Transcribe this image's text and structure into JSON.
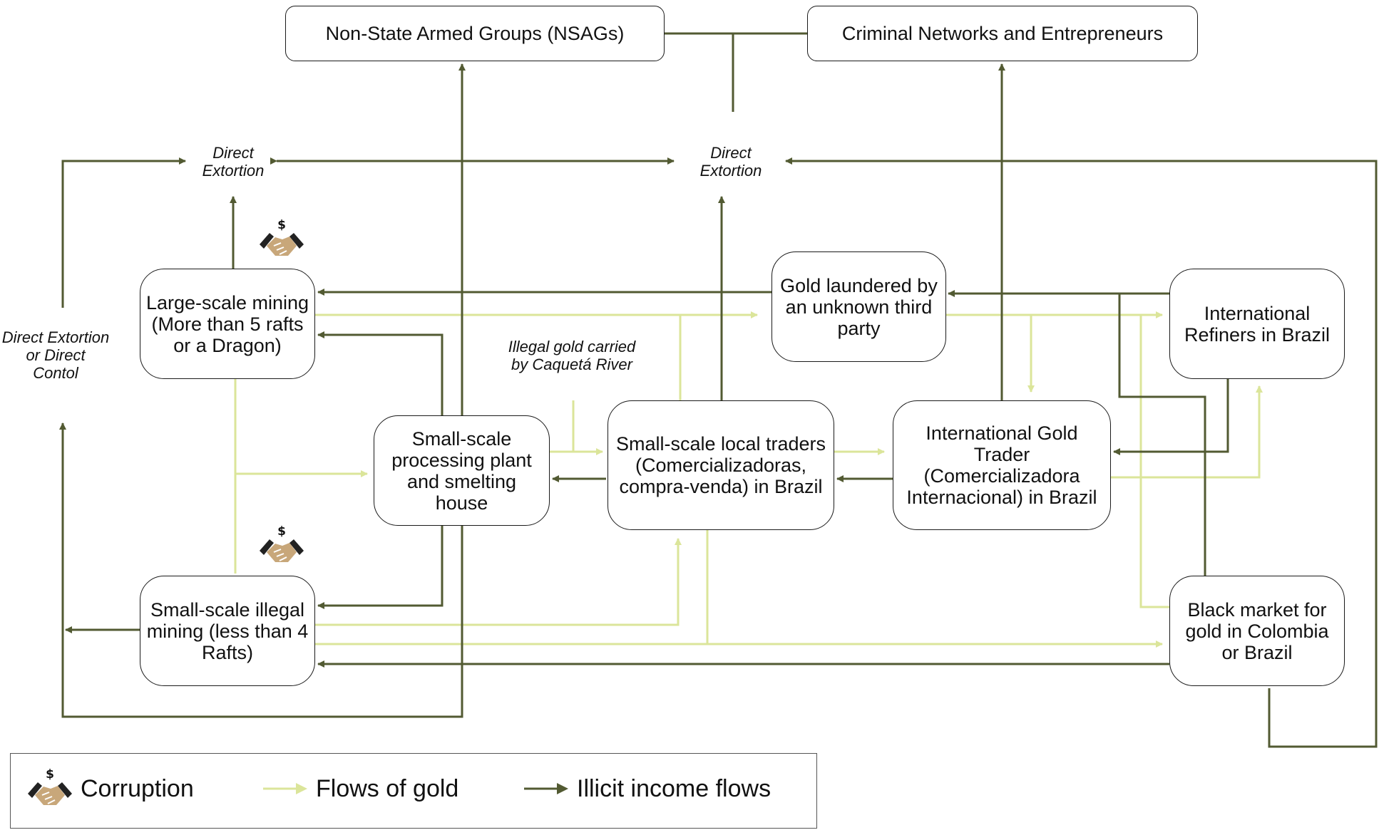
{
  "colors": {
    "gold_flow": "#dbe59a",
    "income_flow": "#525a32",
    "box_border": "#1a1a1a",
    "corruption_icon": "#c8a77a"
  },
  "nodes": {
    "nsag": "Non-State Armed Groups (NSAGs)",
    "criminal": "Criminal Networks and Entrepreneurs",
    "large_mining": "Large-scale mining (More than 5 rafts or a Dragon)",
    "laundered": "Gold laundered by an unknown third party",
    "refiners": "International Refiners in Brazil",
    "processing": "Small-scale processing plant and smelting  house",
    "local_traders": "Small-scale local traders (Comercializadoras, compra-venda) in Brazil",
    "intl_trader": "International Gold Trader (Comercializadora Internacional) in Brazil",
    "small_mining": "Small-scale illegal mining (less than 4 Rafts)",
    "black_market": "Black market for gold in Colombia or Brazil"
  },
  "annotations": {
    "extortion_left": "Direct Extortion",
    "extortion_center": "Direct Extortion",
    "extortion_control": "Direct Extortion or Direct Contol",
    "caqueta": "Illegal gold carried by Caquetá River"
  },
  "icons": {
    "corruption": "handshake-dollar-icon"
  },
  "legend": {
    "corruption": "Corruption",
    "gold": "Flows of gold",
    "income": "Illicit income flows"
  }
}
